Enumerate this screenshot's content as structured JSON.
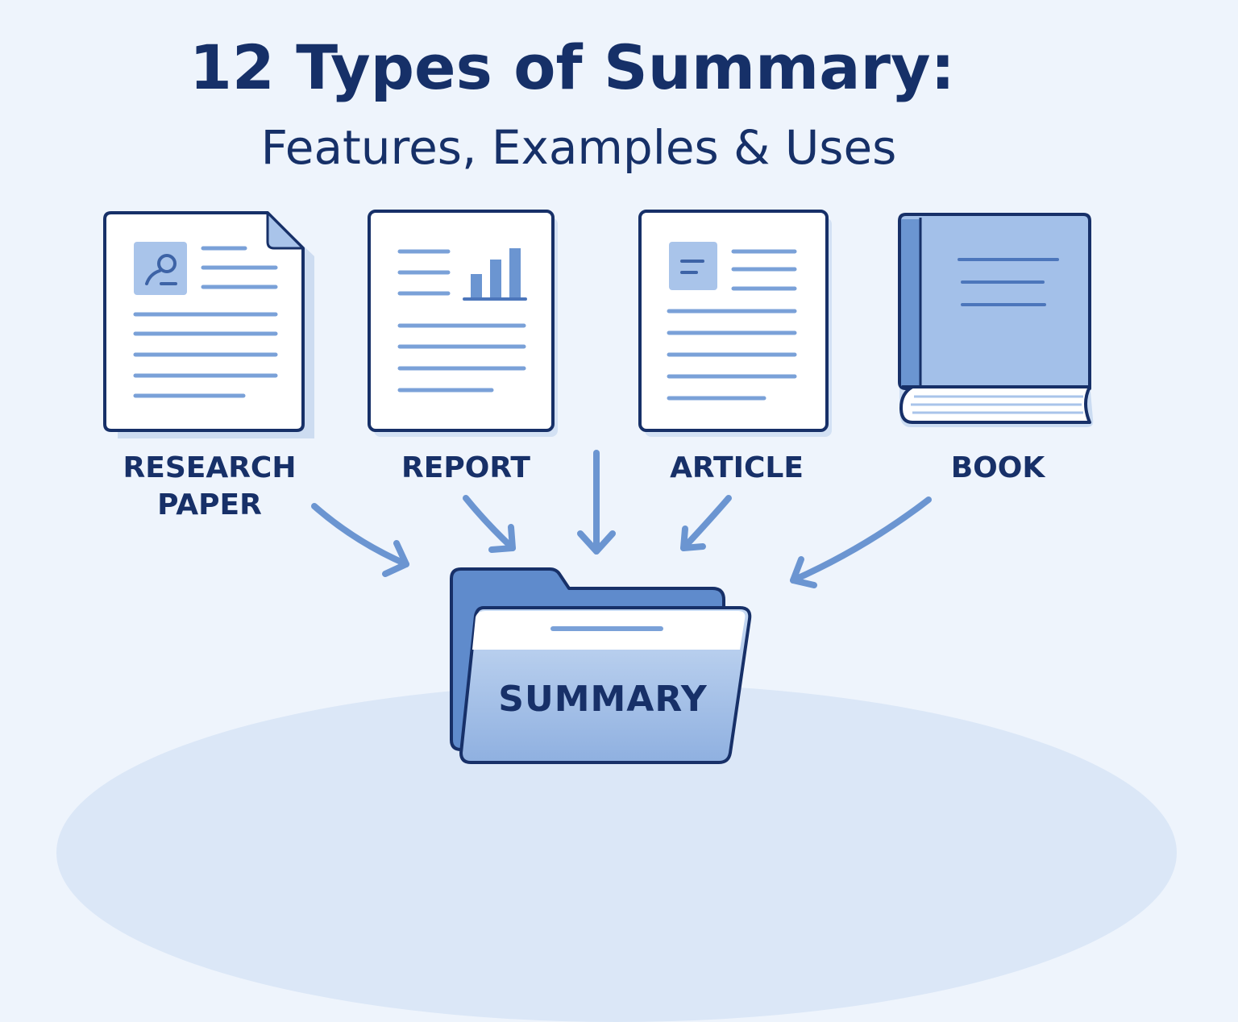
{
  "header": {
    "title": "12 Types of Summary:",
    "subtitle": "Features, Examples & Uses"
  },
  "sources": [
    {
      "id": "research-paper",
      "label": "RESEARCH\nPAPER",
      "icon": "research-paper-icon"
    },
    {
      "id": "report",
      "label": "REPORT",
      "icon": "report-icon"
    },
    {
      "id": "article",
      "label": "ARTICLE",
      "icon": "article-icon"
    },
    {
      "id": "book",
      "label": "BOOK",
      "icon": "book-icon"
    }
  ],
  "target": {
    "label": "SUMMARY",
    "icon": "folder-icon"
  },
  "colors": {
    "background": "#eef4fc",
    "ink": "#173068",
    "accent": "#6b95d1",
    "light_accent": "#a9c4ea",
    "pale_accent": "#c6d9f2"
  }
}
